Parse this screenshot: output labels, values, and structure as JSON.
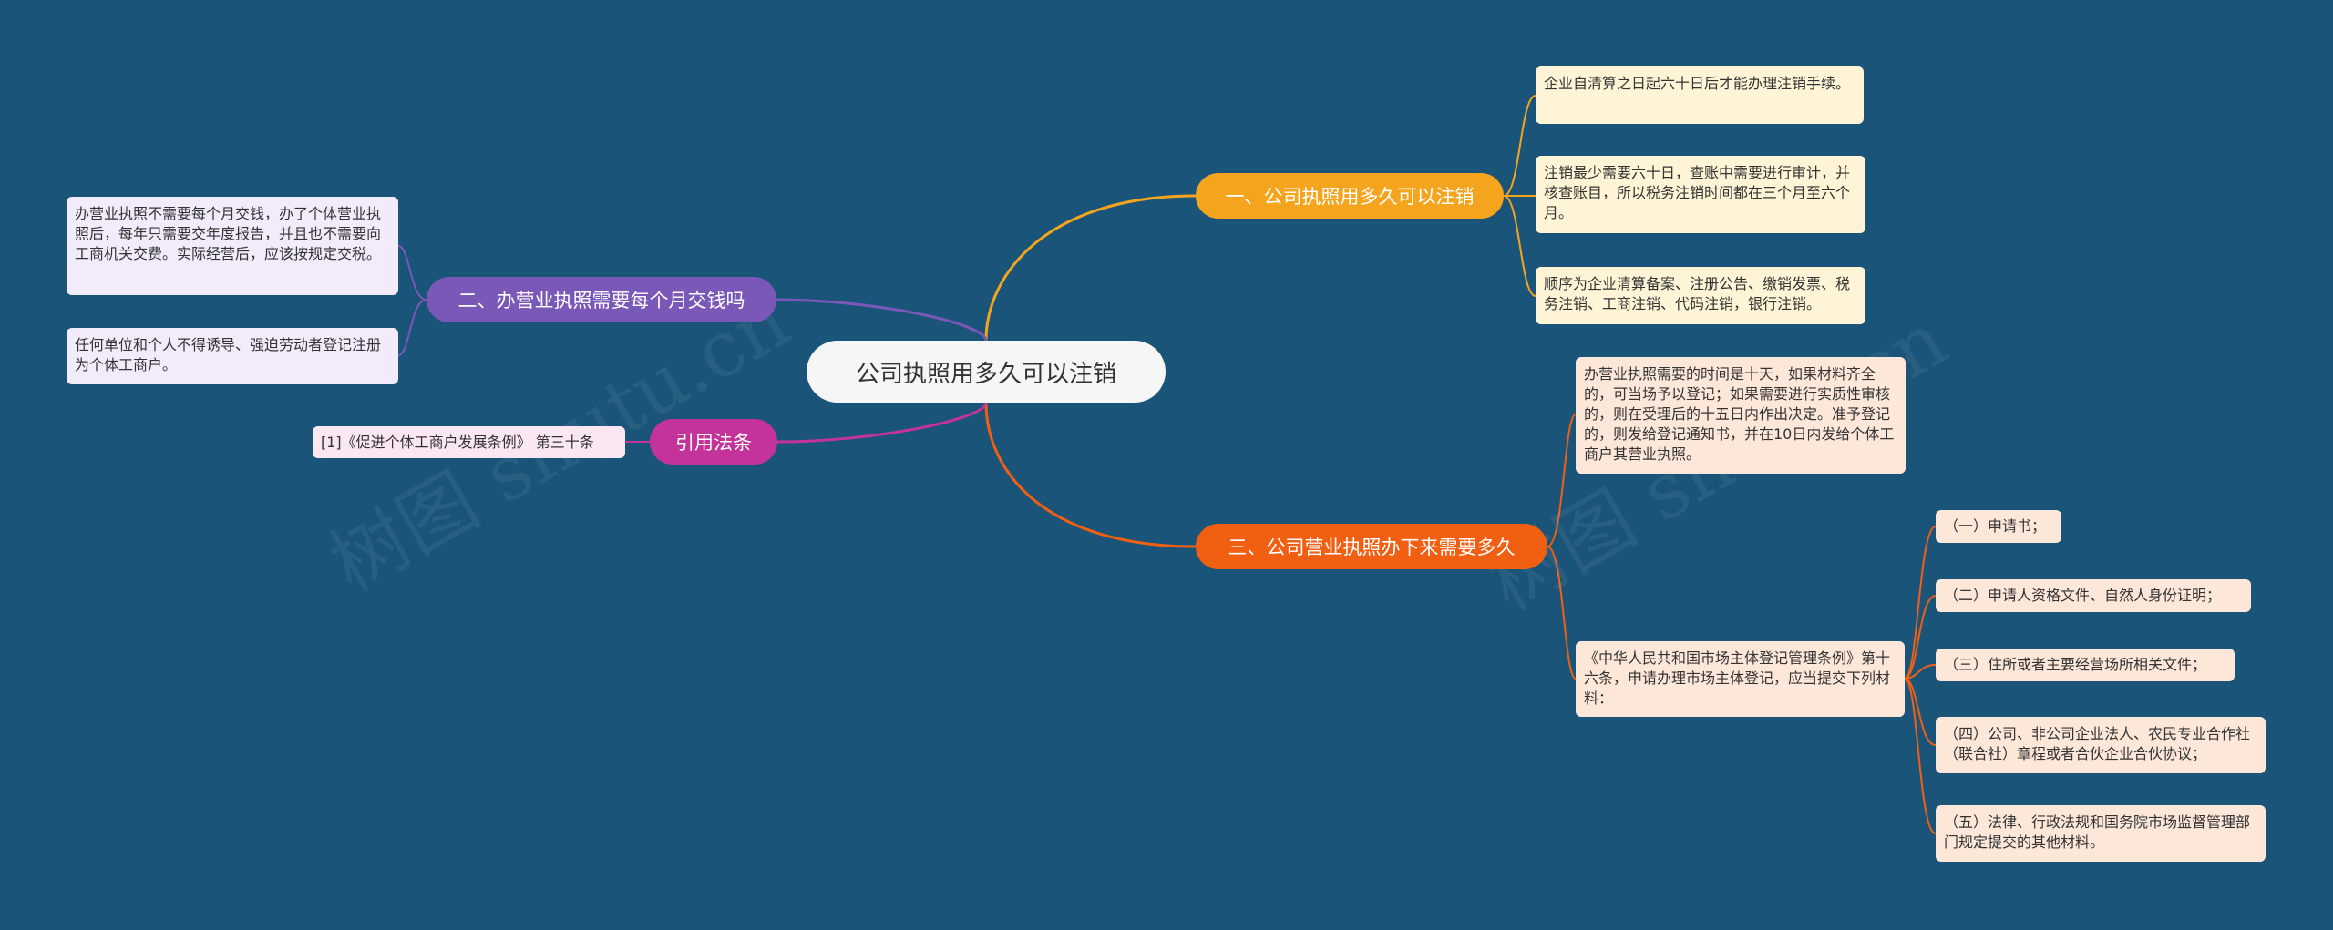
{
  "root": {
    "label": "公司执照用多久可以注销"
  },
  "branches": {
    "b1": {
      "label": "一、公司执照用多久可以注销",
      "color": "#f5a51d",
      "items": [
        "企业自清算之日起六十日后才能办理注销手续。",
        "注销最少需要六十日，查账中需要进行审计，并核查账目，所以税务注销时间都在三个月至六个月。",
        "顺序为企业清算备案、注册公告、缴销发票、税务注销、工商注销、代码注销，银行注销。"
      ]
    },
    "b2": {
      "label": "二、办营业执照需要每个月交钱吗",
      "color": "#7a58b8",
      "items": [
        "办营业执照不需要每个月交钱，办了个体营业执照后，每年只需要交年度报告，并且也不需要向工商机关交费。实际经营后，应该按规定交税。",
        "任何单位和个人不得诱导、强迫劳动者登记注册为个体工商户。"
      ]
    },
    "b3": {
      "label": "三、公司营业执照办下来需要多久",
      "color": "#f15f13",
      "items": [
        "办营业执照需要的时间是十天，如果材料齐全的，可当场予以登记；如果需要进行实质性审核的，则在受理后的十五日内作出决定。准予登记的，则发给登记通知书，并在10日内发给个体工商户其营业执照。",
        "《中华人民共和国市场主体登记管理条例》第十六条，申请办理市场主体登记，应当提交下列材料："
      ],
      "subitems": [
        "（一）申请书；",
        "（二）申请人资格文件、自然人身份证明；",
        "（三）住所或者主要经营场所相关文件；",
        "（四）公司、非公司企业法人、农民专业合作社（联合社）章程或者合伙企业合伙协议；",
        "（五）法律、行政法规和国务院市场监督管理部门规定提交的其他材料。"
      ]
    },
    "b4": {
      "label": "引用法条",
      "color": "#c33399",
      "items": [
        "[1]《促进个体工商户发展条例》 第三十条"
      ]
    }
  },
  "watermarks": [
    "树图 shutu.cn",
    "树图 shutu.cn"
  ]
}
